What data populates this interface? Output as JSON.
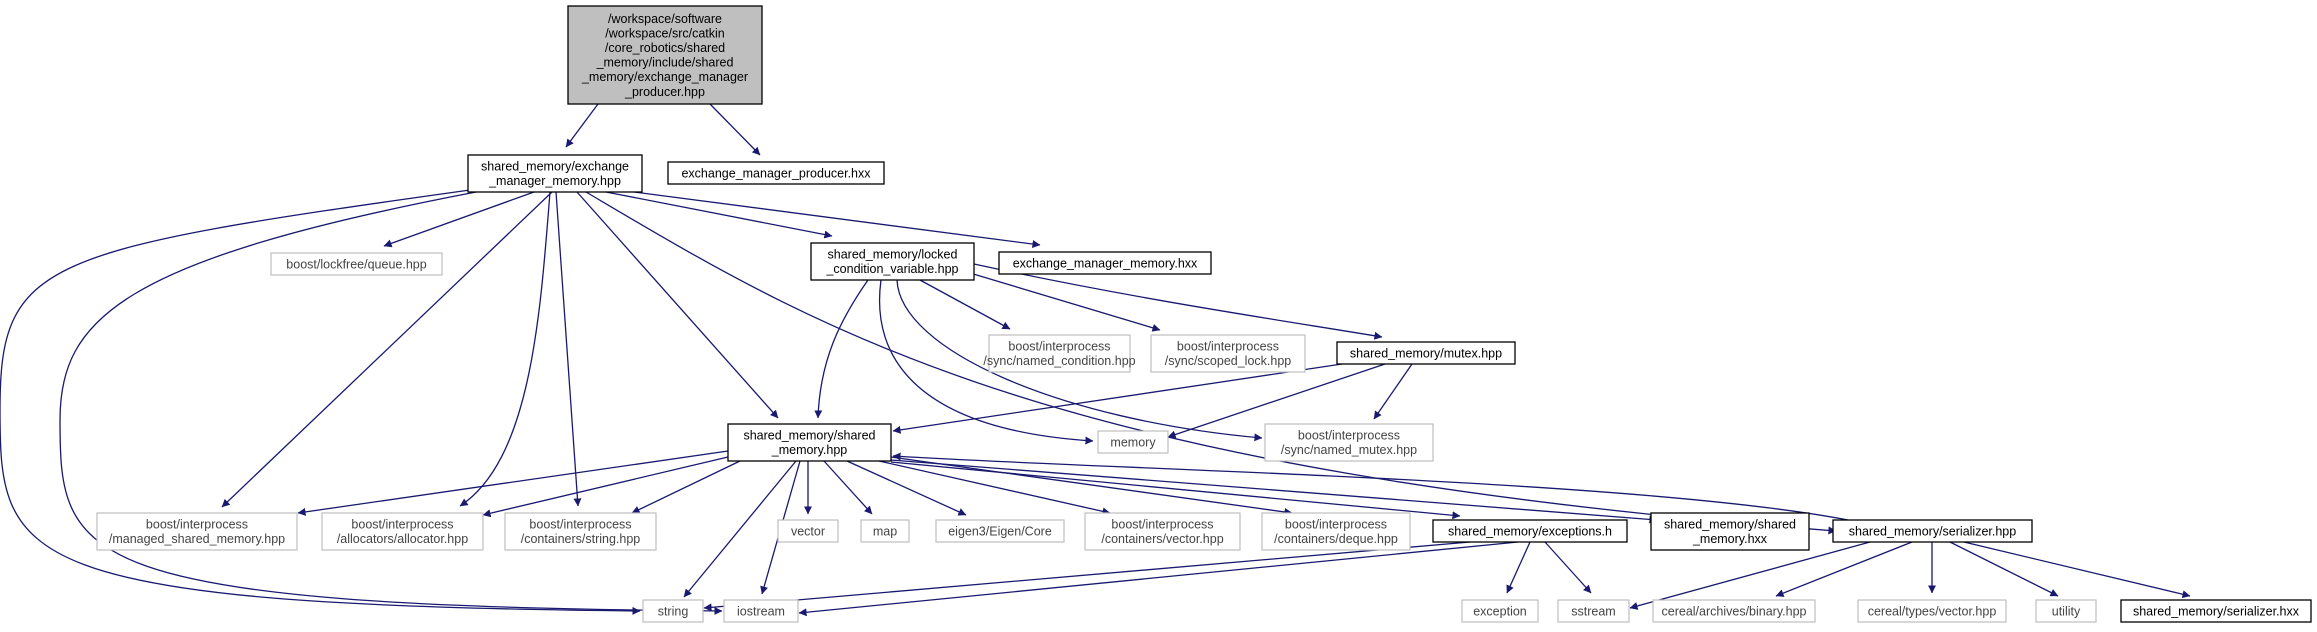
{
  "colors": {
    "edge": "#191970",
    "root_fill": "#bfbfbf",
    "ext_border": "#bfbfbf"
  },
  "nodes": {
    "root": {
      "lines": [
        "/workspace/software",
        "/workspace/src/catkin",
        "/core_robotics/shared",
        "_memory/include/shared",
        "_memory/exchange_manager",
        "_producer.hpp"
      ]
    },
    "exch_mem_hpp": {
      "lines": [
        "shared_memory/exchange",
        "_manager_memory.hpp"
      ]
    },
    "exch_prod_hxx": {
      "lines": [
        "exchange_manager_producer.hxx"
      ]
    },
    "lockfree_queue": {
      "lines": [
        "boost/lockfree/queue.hpp"
      ]
    },
    "locked_cv": {
      "lines": [
        "shared_memory/locked",
        "_condition_variable.hpp"
      ]
    },
    "exch_mem_hxx": {
      "lines": [
        "exchange_manager_memory.hxx"
      ]
    },
    "named_condition": {
      "lines": [
        "boost/interprocess",
        "/sync/named_condition.hpp"
      ]
    },
    "scoped_lock": {
      "lines": [
        "boost/interprocess",
        "/sync/scoped_lock.hpp"
      ]
    },
    "mutex_hpp": {
      "lines": [
        "shared_memory/mutex.hpp"
      ]
    },
    "shared_memory_hpp": {
      "lines": [
        "shared_memory/shared",
        "_memory.hpp"
      ]
    },
    "memory": {
      "lines": [
        "memory"
      ]
    },
    "named_mutex": {
      "lines": [
        "boost/interprocess",
        "/sync/named_mutex.hpp"
      ]
    },
    "managed_shm": {
      "lines": [
        "boost/interprocess",
        "/managed_shared_memory.hpp"
      ]
    },
    "allocator": {
      "lines": [
        "boost/interprocess",
        "/allocators/allocator.hpp"
      ]
    },
    "containers_string": {
      "lines": [
        "boost/interprocess",
        "/containers/string.hpp"
      ]
    },
    "vector": {
      "lines": [
        "vector"
      ]
    },
    "map": {
      "lines": [
        "map"
      ]
    },
    "eigen": {
      "lines": [
        "eigen3/Eigen/Core"
      ]
    },
    "containers_vector": {
      "lines": [
        "boost/interprocess",
        "/containers/vector.hpp"
      ]
    },
    "containers_deque": {
      "lines": [
        "boost/interprocess",
        "/containers/deque.hpp"
      ]
    },
    "exceptions_h": {
      "lines": [
        "shared_memory/exceptions.h"
      ]
    },
    "shared_memory_hxx": {
      "lines": [
        "shared_memory/shared",
        "_memory.hxx"
      ]
    },
    "serializer_hpp": {
      "lines": [
        "shared_memory/serializer.hpp"
      ]
    },
    "string": {
      "lines": [
        "string"
      ]
    },
    "iostream": {
      "lines": [
        "iostream"
      ]
    },
    "exception": {
      "lines": [
        "exception"
      ]
    },
    "sstream": {
      "lines": [
        "sstream"
      ]
    },
    "cereal_binary": {
      "lines": [
        "cereal/archives/binary.hpp"
      ]
    },
    "cereal_vector": {
      "lines": [
        "cereal/types/vector.hpp"
      ]
    },
    "utility": {
      "lines": [
        "utility"
      ]
    },
    "serializer_hxx": {
      "lines": [
        "shared_memory/serializer.hxx"
      ]
    }
  }
}
